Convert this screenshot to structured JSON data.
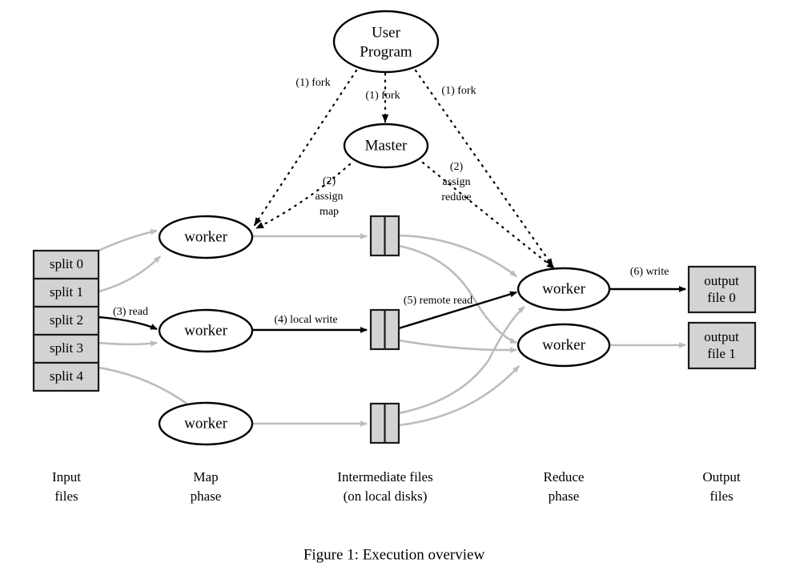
{
  "figure": {
    "caption": "Figure 1: Execution overview",
    "colors": {
      "box_fill": "#d3d3d3",
      "box_stroke": "#1a1a1a",
      "gray_arrow": "#bcbcbc",
      "black_arrow": "#000000",
      "background": "#ffffff"
    }
  },
  "nodes": {
    "user_program": "User Program",
    "user_program_line1": "User",
    "user_program_line2": "Program",
    "master": "Master",
    "map_workers": [
      "worker",
      "worker",
      "worker"
    ],
    "reduce_workers": [
      "worker",
      "worker"
    ]
  },
  "input_files": {
    "splits": [
      "split 0",
      "split 1",
      "split 2",
      "split 3",
      "split 4"
    ]
  },
  "intermediate_files": {
    "count": 3,
    "label": "intermediate-file-box"
  },
  "output_files": [
    {
      "line1": "output",
      "line2": "file 0"
    },
    {
      "line1": "output",
      "line2": "file 1"
    }
  ],
  "edge_labels": {
    "fork_left": "(1) fork",
    "fork_center": "(1) fork",
    "fork_right": "(1) fork",
    "assign_map_line1": "(2)",
    "assign_map_line2": "assign",
    "assign_map_line3": "map",
    "assign_reduce_line1": "(2)",
    "assign_reduce_line2": "assign",
    "assign_reduce_line3": "reduce",
    "read": "(3) read",
    "local_write": "(4) local write",
    "remote_read": "(5) remote read",
    "write": "(6) write"
  },
  "phase_labels": [
    {
      "line1": "Input",
      "line2": "files"
    },
    {
      "line1": "Map",
      "line2": "phase"
    },
    {
      "line1": "Intermediate files",
      "line2": "(on local disks)"
    },
    {
      "line1": "Reduce",
      "line2": "phase"
    },
    {
      "line1": "Output",
      "line2": "files"
    }
  ]
}
